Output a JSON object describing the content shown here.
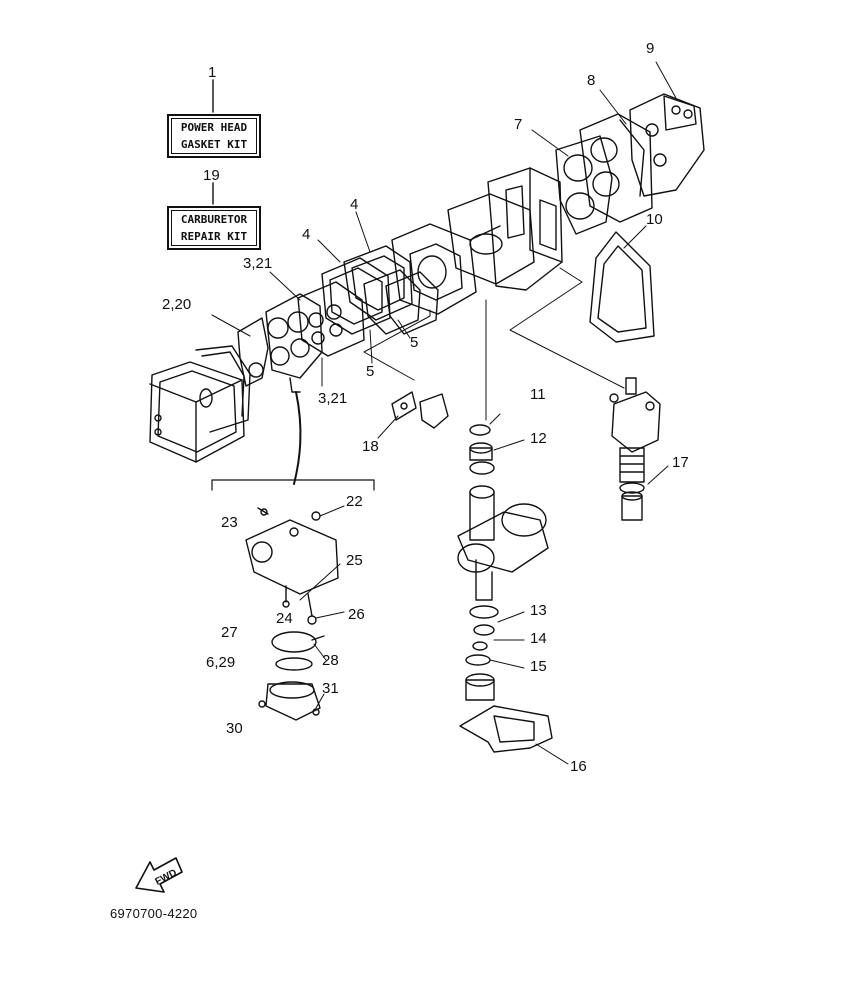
{
  "kits": {
    "gasket": {
      "number": "1",
      "line1": "POWER HEAD",
      "line2": "GASKET KIT"
    },
    "carb": {
      "number": "19",
      "line1": "CARBURETOR",
      "line2": "REPAIR KIT"
    }
  },
  "callouts": {
    "c2_20": "2,20",
    "c3_21a": "3,21",
    "c3_21b": "3,21",
    "c4a": "4",
    "c4b": "4",
    "c5a": "5",
    "c5b": "5",
    "c6_29": "6,29",
    "c7": "7",
    "c8": "8",
    "c9": "9",
    "c10": "10",
    "c11": "11",
    "c12": "12",
    "c13": "13",
    "c14": "14",
    "c15": "15",
    "c16": "16",
    "c17": "17",
    "c18": "18",
    "c22": "22",
    "c23": "23",
    "c24": "24",
    "c25": "25",
    "c26": "26",
    "c27": "27",
    "c28": "28",
    "c30": "30",
    "c31": "31"
  },
  "fwd_label": "FWD",
  "catalog_code": "6970700-4220"
}
